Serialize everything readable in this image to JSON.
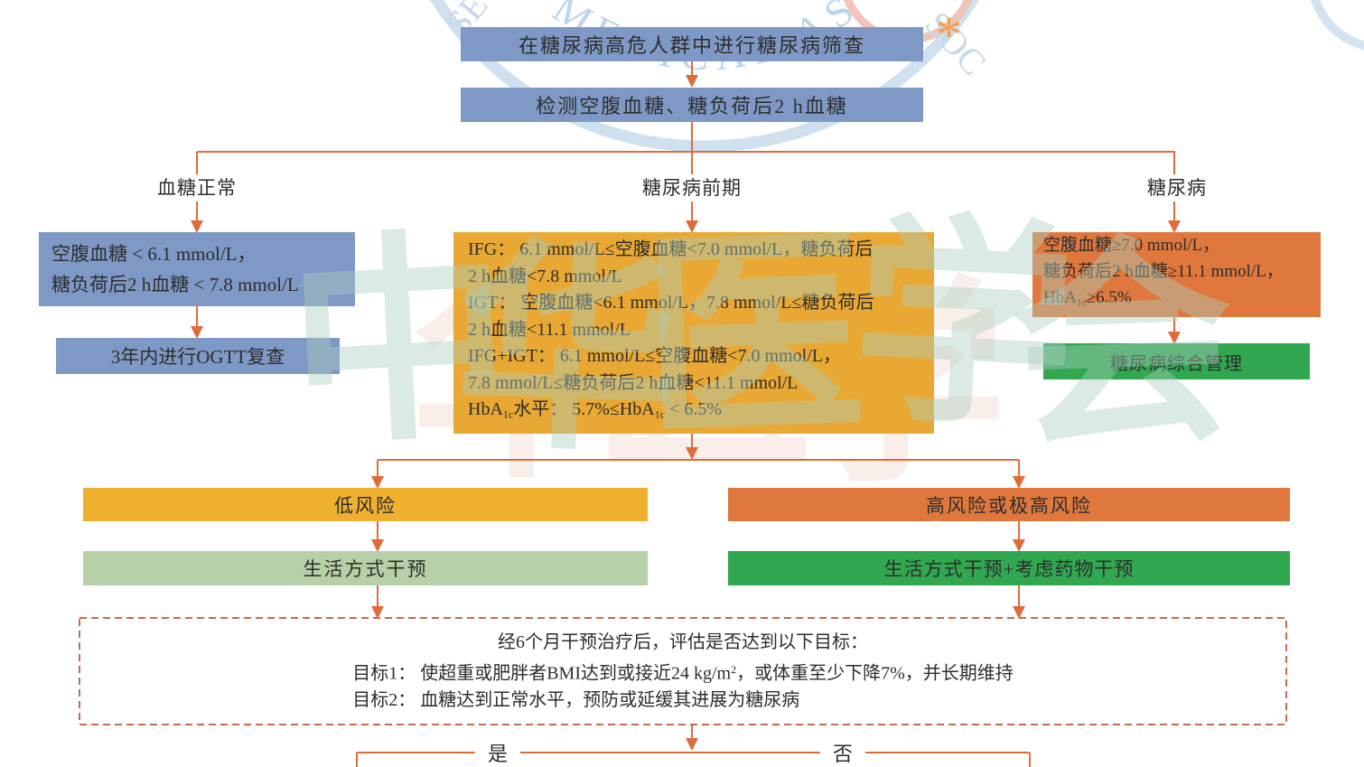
{
  "flow": {
    "screen_box": "在糖尿病高危人群中进行糖尿病筛查",
    "test_box": "检测空腹血糖、糖负荷后2 h血糖",
    "branches": {
      "normal": {
        "label": "血糖正常",
        "lines": [
          [
            {
              "t": "空腹血糖 < 6.1 mmol/L，"
            }
          ],
          [
            {
              "t": "糖负荷后2 h血糖 < 7.8 mmol/L"
            }
          ]
        ],
        "action": "3年内进行OGTT复查"
      },
      "prediabetes": {
        "label": "糖尿病前期",
        "lines": [
          [
            {
              "t": "IFG： 6.1 mmol/L≤空腹血糖<7.0 mmol/L，糖负荷后"
            }
          ],
          [
            {
              "t": "2 h血糖<7.8 mmol/L"
            }
          ],
          [
            {
              "t": "IGT： 空腹血糖<6.1 mmol/L，7.8 mmol/L≤糖负荷后"
            }
          ],
          [
            {
              "t": "2 h血糖<11.1 mmol/L"
            }
          ],
          [
            {
              "t": "IFG+IGT： 6.1 mmol/L≤空腹血糖<7.0 mmol/L，"
            }
          ],
          [
            {
              "t": "7.8 mmol/L≤糖负荷后2 h血糖<11.1 mmol/L"
            }
          ],
          [
            {
              "t": "HbA"
            },
            {
              "sub": "1c"
            },
            {
              "t": "水平： 5.7%≤HbA"
            },
            {
              "sub": "1c"
            },
            {
              "t": " < 6.5%"
            }
          ]
        ]
      },
      "diabetes": {
        "label": "糖尿病",
        "lines": [
          [
            {
              "t": "空腹血糖≥7.0 mmol/L，"
            }
          ],
          [
            {
              "t": "糖负荷后2 h血糖≥11.1 mmol/L，"
            }
          ],
          [
            {
              "t": "HbA"
            },
            {
              "sub": "1c"
            },
            {
              "t": "≥6.5%"
            }
          ]
        ],
        "action": "糖尿病综合管理"
      }
    },
    "risk": {
      "low_bar": "低风险",
      "high_bar": "高风险或极高风险",
      "low_action": "生活方式干预",
      "high_action": "生活方式干预+考虑药物干预"
    },
    "evaluation": {
      "heading": "经6个月干预治疗后，评估是否达到以下目标：",
      "goal_lines": [
        [
          {
            "t": "目标1： 使超重或肥胖者BMI达到或接近24 kg/m"
          },
          {
            "sup": "2"
          },
          {
            "t": "，或体重至少下降7%，并长期维持"
          }
        ],
        [
          {
            "t": "目标2： 血糖达到正常水平，预防或延缓其进展为糖尿病"
          }
        ]
      ]
    },
    "outcomes": {
      "yes": "是",
      "no": "否"
    }
  },
  "watermark": {
    "seal_arc_text": "MEDICAL AS",
    "seal_left_letters": "SE",
    "seal_right_letters": "SOC",
    "seal_star": "*",
    "chars": [
      "中",
      "华",
      "医",
      "学",
      "会"
    ],
    "chars_pink": [
      "华",
      "医",
      "学"
    ]
  },
  "colors": {
    "blue": "#7e99c6",
    "amber": "#e9a833",
    "gold": "#f0b02f",
    "orange": "#e0783d",
    "lightgreen": "#b6d1a7",
    "green": "#31a750",
    "line": "#e06b3a",
    "dash": "#c96a4b",
    "text": "#2d2d2d",
    "wm_blue": "#cfe0ee",
    "wm_green": "#abcfc0",
    "wm_pink": "#e09a7e"
  }
}
